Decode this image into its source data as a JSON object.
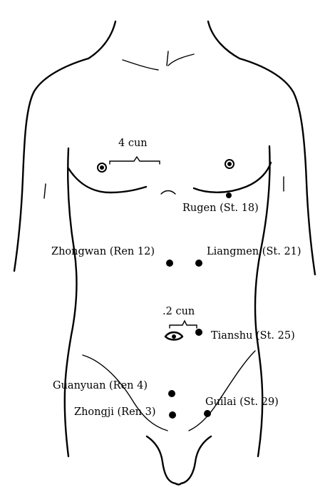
{
  "labels": {
    "four_cun": "4 cun",
    "rugen": "Rugen (St. 18)",
    "zhongwan": "Zhongwan (Ren 12)",
    "liangmen": "Liangmen (St. 21)",
    "two_cun": ".2 cun",
    "tianshu": "Tianshu (St. 25)",
    "guanyuan": "Guanyuan (Ren 4)",
    "zhongji": "Zhongji (Ren 3)",
    "guilai": "Guilai (St. 29)"
  }
}
